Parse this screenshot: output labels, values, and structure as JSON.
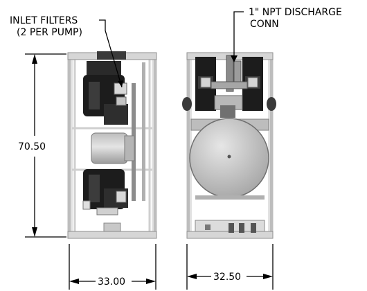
{
  "callouts": {
    "inlet_filters_line1": "INLET FILTERS",
    "inlet_filters_line2": "(2 PER PUMP)",
    "discharge_line1": "1\" NPT DISCHARGE",
    "discharge_line2": "CONN"
  },
  "dimensions": {
    "height": "70.50",
    "side_width": "33.00",
    "front_width": "32.50"
  },
  "colors": {
    "line": "#000000",
    "frame": "#d2d2d2",
    "frame_dark": "#a9a9a9",
    "pump_black": "#1c1c1c",
    "tank": "#c9c9c9",
    "background": "#ffffff"
  }
}
